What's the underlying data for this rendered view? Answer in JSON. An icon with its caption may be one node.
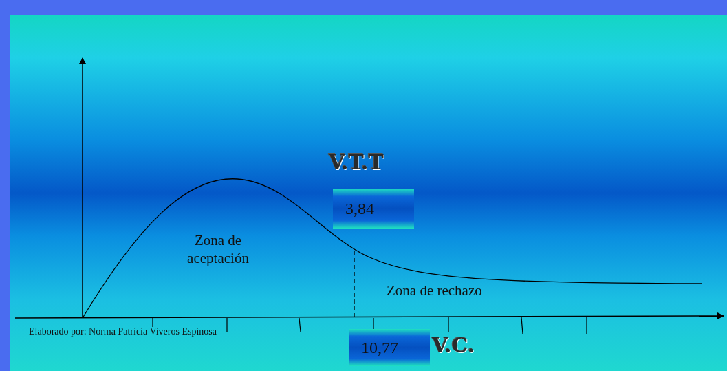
{
  "diagram": {
    "nodes": [
      {
        "text": [
          "3,84"
        ]
      },
      {
        "text": [
          "10,77"
        ]
      }
    ],
    "labels": [
      "V.T.T",
      "Zona de aceptación",
      "Zona de rechazo",
      "Elaborado por: Norma Patricia Viveros Espinosa",
      "V.C."
    ]
  }
}
